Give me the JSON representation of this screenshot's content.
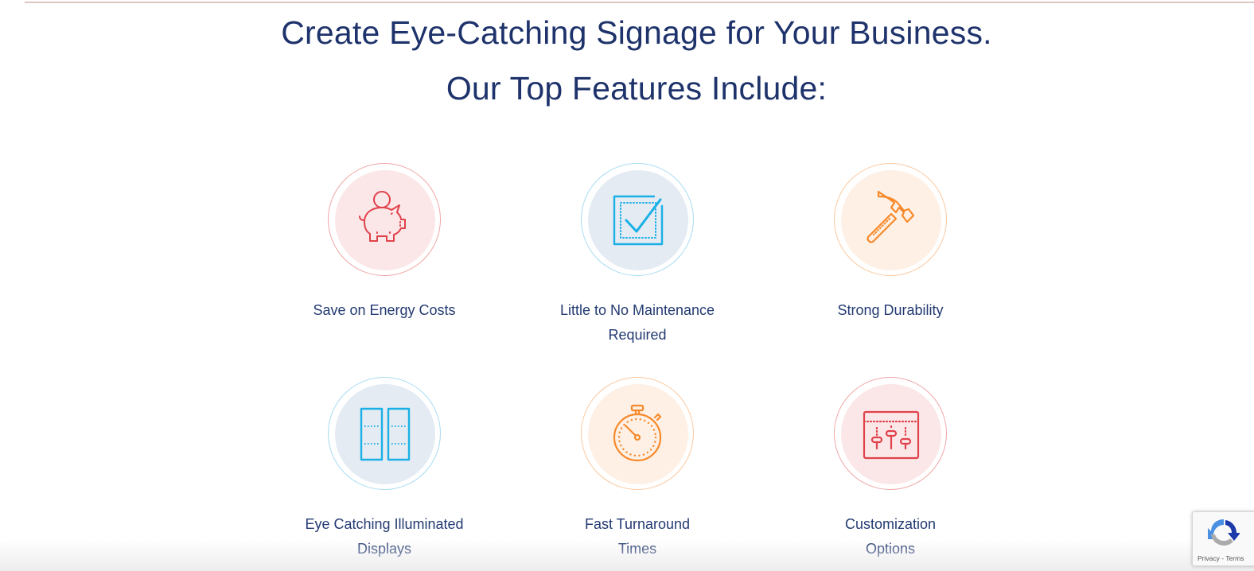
{
  "headings": {
    "title": "Create Eye-Catching Signage for Your Business.",
    "subtitle": "Our Top Features Include:"
  },
  "colors": {
    "heading": "#1e336b",
    "red_accent": "#e0424b",
    "blue_accent": "#1ab0e6",
    "orange_accent": "#f7892a"
  },
  "features": [
    {
      "label": "Save on Energy Costs",
      "icon": "piggy-bank-icon",
      "theme": "red"
    },
    {
      "label": "Little to No Maintenance Required",
      "label_line1": "Little to No Maintenance",
      "label_line2": "Required",
      "icon": "checkbox-check-icon",
      "theme": "blue"
    },
    {
      "label": "Strong Durability",
      "icon": "hammer-icon",
      "theme": "orange"
    },
    {
      "label": "Eye Catching Illuminated Displays",
      "label_line1": "Eye Catching Illuminated",
      "label_line2": "Displays",
      "icon": "panels-icon",
      "theme": "blue"
    },
    {
      "label": "Fast Turnaround Times",
      "label_line1": "Fast Turnaround",
      "label_line2": "Times",
      "icon": "stopwatch-icon",
      "theme": "orange"
    },
    {
      "label": "Customization Options",
      "label_line1": "Customization",
      "label_line2": "Options",
      "icon": "sliders-icon",
      "theme": "red"
    }
  ],
  "recaptcha": {
    "links": "Privacy - Terms",
    "icon": "recaptcha-icon"
  }
}
